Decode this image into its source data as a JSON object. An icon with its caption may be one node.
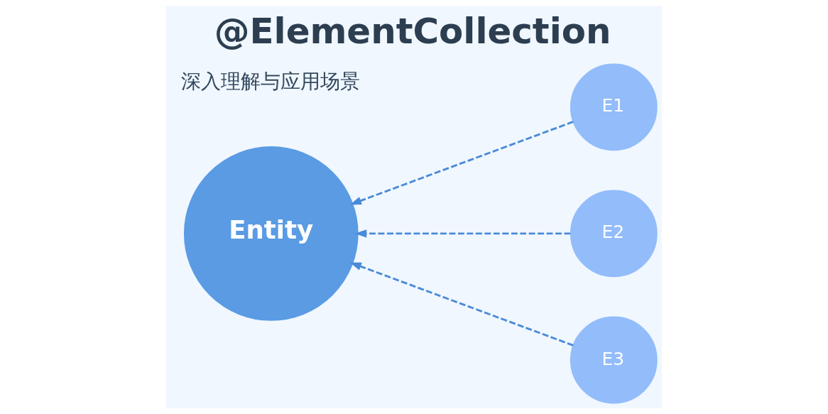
{
  "diagram": {
    "title": "@ElementCollection",
    "nodes": [
      {
        "text": [
          "Entity"
        ]
      },
      {
        "text": [
          "E1"
        ]
      },
      {
        "text": [
          "E2"
        ]
      },
      {
        "text": [
          "E3"
        ]
      }
    ],
    "edges": [
      {
        "from": 1,
        "to": 0,
        "arrow": "to",
        "style": "dashed"
      },
      {
        "from": 2,
        "to": 0,
        "arrow": "to",
        "style": "dashed"
      },
      {
        "from": 3,
        "to": 0,
        "arrow": "to",
        "style": "dashed"
      }
    ],
    "labels": [
      "深入理解与应用场景"
    ]
  }
}
